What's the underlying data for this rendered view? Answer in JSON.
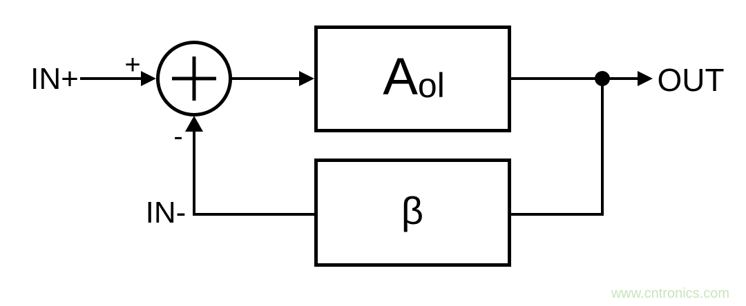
{
  "diagram": {
    "labels": {
      "input_positive": "IN+",
      "summing_plus": "+",
      "summing_minus": "-",
      "input_negative": "IN-",
      "output": "OUT",
      "forward_gain_main": "A",
      "forward_gain_sub": "ol",
      "feedback_gain": "β"
    },
    "watermark": {
      "text": "www.cntronics.com",
      "color": "#c8e5bb"
    },
    "colors": {
      "stroke": "#000000",
      "background": "#ffffff"
    }
  }
}
